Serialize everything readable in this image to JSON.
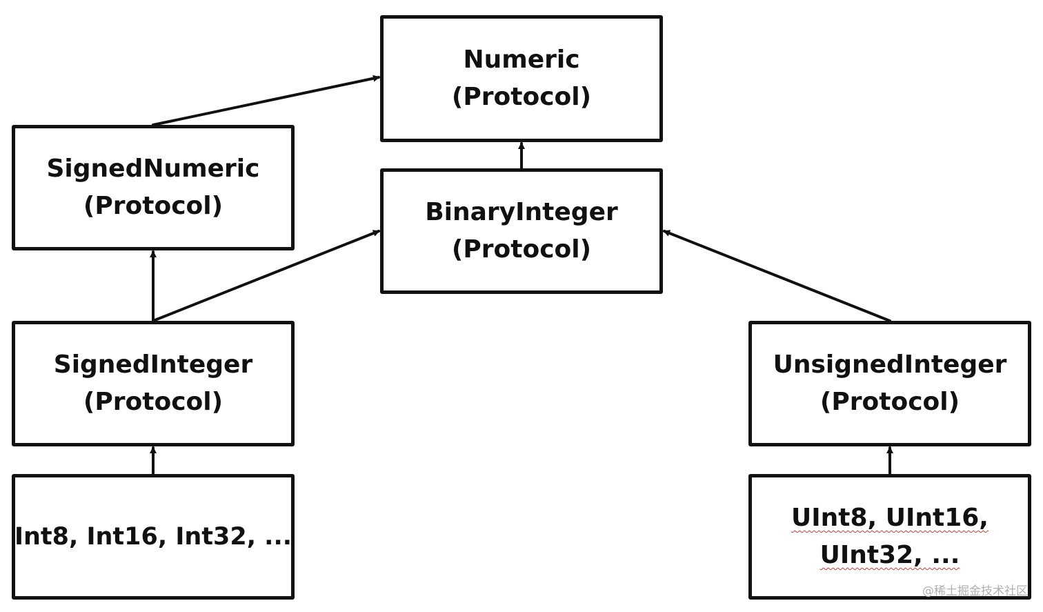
{
  "diagram": {
    "nodes": {
      "numeric": {
        "name": "Numeric",
        "kind": "(Protocol)"
      },
      "signed_numeric": {
        "name": "SignedNumeric",
        "kind": "(Protocol)"
      },
      "binary_integer": {
        "name": "BinaryInteger",
        "kind": "(Protocol)"
      },
      "signed_integer": {
        "name": "SignedInteger",
        "kind": "(Protocol)"
      },
      "unsigned_integer": {
        "name": "UnsignedInteger",
        "kind": "(Protocol)"
      },
      "int_types": {
        "line1": "Int8, Int16, Int32, ..."
      },
      "uint_types": {
        "line1": "UInt8, UInt16,",
        "line2": "UInt32, ..."
      }
    },
    "edges": [
      {
        "from": "signed_numeric",
        "to": "numeric"
      },
      {
        "from": "binary_integer",
        "to": "numeric"
      },
      {
        "from": "signed_integer",
        "to": "signed_numeric"
      },
      {
        "from": "signed_integer",
        "to": "binary_integer"
      },
      {
        "from": "unsigned_integer",
        "to": "binary_integer"
      },
      {
        "from": "int_types",
        "to": "signed_integer"
      },
      {
        "from": "uint_types",
        "to": "unsigned_integer"
      }
    ],
    "colors": {
      "stroke": "#111111",
      "background": "#ffffff"
    }
  },
  "watermark": {
    "text": "@稀土掘金技术社区"
  }
}
